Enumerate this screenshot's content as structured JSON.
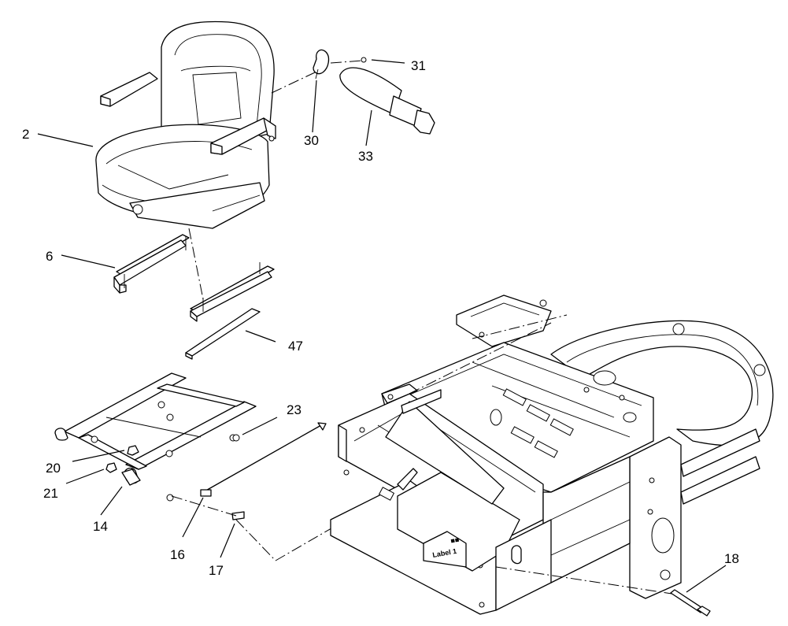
{
  "diagram": {
    "callouts": [
      {
        "id": "2",
        "label": "2"
      },
      {
        "id": "6",
        "label": "6"
      },
      {
        "id": "14",
        "label": "14"
      },
      {
        "id": "16",
        "label": "16"
      },
      {
        "id": "17",
        "label": "17"
      },
      {
        "id": "18",
        "label": "18"
      },
      {
        "id": "20",
        "label": "20"
      },
      {
        "id": "21",
        "label": "21"
      },
      {
        "id": "23",
        "label": "23"
      },
      {
        "id": "30",
        "label": "30"
      },
      {
        "id": "31",
        "label": "31"
      },
      {
        "id": "33",
        "label": "33"
      },
      {
        "id": "47",
        "label": "47"
      }
    ],
    "frame_plate_text": "Label 1",
    "frame_plate_small": "■■"
  }
}
